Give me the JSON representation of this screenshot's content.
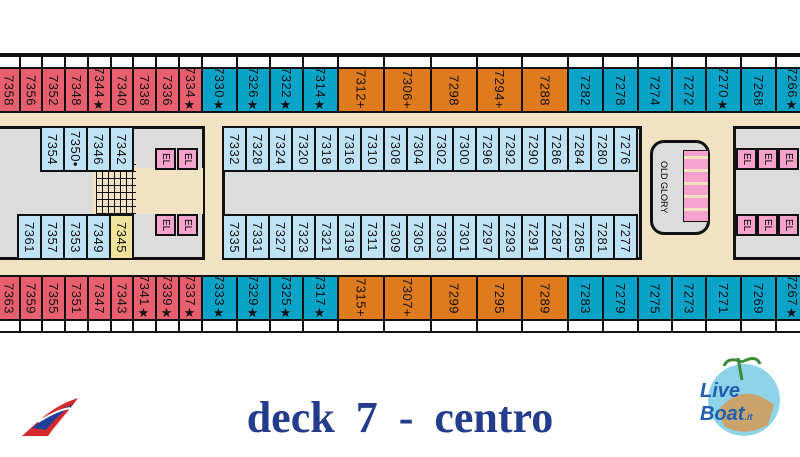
{
  "title": "deck 7  -  centro",
  "el_label": "EL",
  "feature_label": "OLD GLORY",
  "logos": {
    "left": "Carnival",
    "right": "LiveBoat.it"
  },
  "colors": {
    "pink": "#e8606f",
    "teal": "#0aa3c8",
    "orange": "#e07a1e",
    "light": "#bfe3f5",
    "yellow": "#efe29a",
    "corridor": "#f1e2c4",
    "title": "#233d8c"
  },
  "outer_top": [
    {
      "n": "7358",
      "c": "pink"
    },
    {
      "n": "7356",
      "c": "pink"
    },
    {
      "n": "7352",
      "c": "pink"
    },
    {
      "n": "7348",
      "c": "pink"
    },
    {
      "n": "7344★",
      "c": "pink"
    },
    {
      "n": "7340",
      "c": "pink"
    },
    {
      "n": "7338",
      "c": "pink"
    },
    {
      "n": "7336",
      "c": "pink"
    },
    {
      "n": "7334★",
      "c": "pink"
    },
    {
      "n": "7330★",
      "c": "teal"
    },
    {
      "n": "7326★",
      "c": "teal"
    },
    {
      "n": "7322★",
      "c": "teal"
    },
    {
      "n": "7314★",
      "c": "teal"
    },
    {
      "n": "7312+",
      "c": "orange"
    },
    {
      "n": "7306+",
      "c": "orange"
    },
    {
      "n": "7298",
      "c": "orange"
    },
    {
      "n": "7294+",
      "c": "orange"
    },
    {
      "n": "7288",
      "c": "orange"
    },
    {
      "n": "7282",
      "c": "teal"
    },
    {
      "n": "7278",
      "c": "teal"
    },
    {
      "n": "7274",
      "c": "teal"
    },
    {
      "n": "7272",
      "c": "teal"
    },
    {
      "n": "7270★",
      "c": "teal"
    },
    {
      "n": "7268",
      "c": "teal"
    },
    {
      "n": "7266★",
      "c": "teal"
    }
  ],
  "outer_bottom": [
    {
      "n": "7363",
      "c": "pink"
    },
    {
      "n": "7359",
      "c": "pink"
    },
    {
      "n": "7355",
      "c": "pink"
    },
    {
      "n": "7351",
      "c": "pink"
    },
    {
      "n": "7347",
      "c": "pink"
    },
    {
      "n": "7343",
      "c": "pink"
    },
    {
      "n": "7341★",
      "c": "pink"
    },
    {
      "n": "7339★",
      "c": "pink"
    },
    {
      "n": "7337★",
      "c": "pink"
    },
    {
      "n": "7333★",
      "c": "teal"
    },
    {
      "n": "7329★",
      "c": "teal"
    },
    {
      "n": "7325★",
      "c": "teal"
    },
    {
      "n": "7317★",
      "c": "teal"
    },
    {
      "n": "7315+",
      "c": "orange"
    },
    {
      "n": "7307+",
      "c": "orange"
    },
    {
      "n": "7299",
      "c": "orange"
    },
    {
      "n": "7295",
      "c": "orange"
    },
    {
      "n": "7289",
      "c": "orange"
    },
    {
      "n": "7283",
      "c": "teal"
    },
    {
      "n": "7279",
      "c": "teal"
    },
    {
      "n": "7275",
      "c": "teal"
    },
    {
      "n": "7273",
      "c": "teal"
    },
    {
      "n": "7271",
      "c": "teal"
    },
    {
      "n": "7269",
      "c": "teal"
    },
    {
      "n": "7267★",
      "c": "teal"
    }
  ],
  "inner_top_left": [
    "7354",
    "7350•",
    "7346",
    "7342"
  ],
  "inner_bottom_left": [
    {
      "n": "7361",
      "c": "light"
    },
    {
      "n": "7357",
      "c": "light"
    },
    {
      "n": "7353",
      "c": "light"
    },
    {
      "n": "7349",
      "c": "light"
    },
    {
      "n": "7345",
      "c": "yellow"
    }
  ],
  "inner_top_center": [
    "7332",
    "7328",
    "7324",
    "7320",
    "7318",
    "7316",
    "7310",
    "7308",
    "7304",
    "7302",
    "7300",
    "7296",
    "7292",
    "7290",
    "7286",
    "7284",
    "7280",
    "7276"
  ],
  "inner_bottom_center": [
    "7335",
    "7331",
    "7327",
    "7323",
    "7321",
    "7319",
    "7311",
    "7309",
    "7305",
    "7303",
    "7301",
    "7297",
    "7293",
    "7291",
    "7287",
    "7285",
    "7281",
    "7277"
  ]
}
